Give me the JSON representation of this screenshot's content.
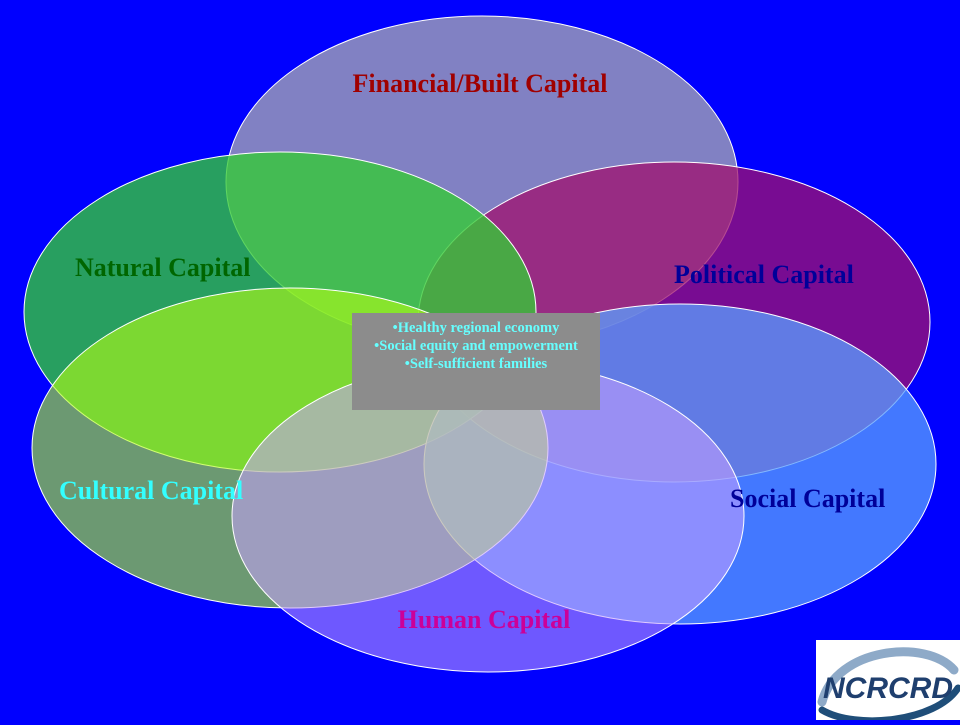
{
  "capitals": {
    "financial": "Financial/Built Capital",
    "natural": "Natural Capital",
    "political": "Political Capital",
    "cultural": "Cultural Capital",
    "social": "Social Capital",
    "human": "Human Capital"
  },
  "center_outcomes": [
    "•Healthy regional economy",
    "•Social equity and empowerment",
    "•Self-sufficient families"
  ],
  "logo": {
    "text": "NCRCRD"
  },
  "colors": {
    "background": "#0000ff",
    "financial": "#8c8cbe",
    "natural": "#33cc33",
    "political": "#c01080",
    "cultural": "#8c8c8c",
    "social": "#3399ff",
    "human": "#b07ad8",
    "center_box": "#8c8c8c",
    "center_text": "#66ffff"
  }
}
